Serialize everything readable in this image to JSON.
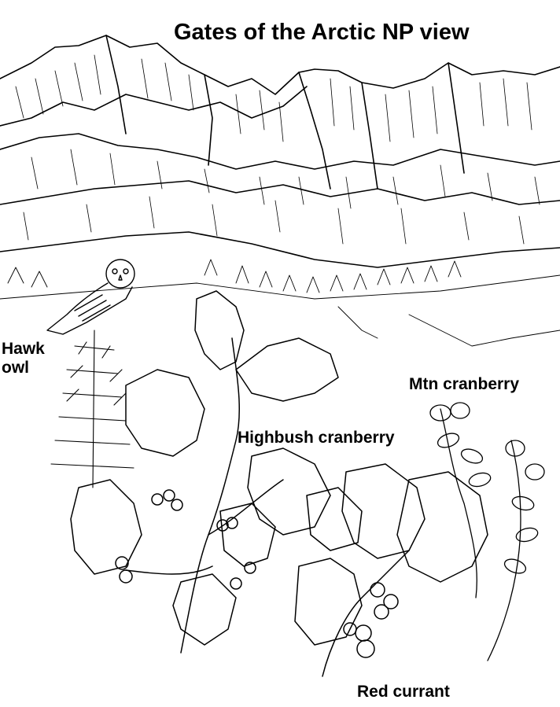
{
  "title": "Gates of the Arctic NP view",
  "labels": {
    "hawk_owl_line1": "Hawk",
    "hawk_owl_line2": "owl",
    "mtn_cranberry": "Mtn cranberry",
    "highbush_cranberry": "Highbush cranberry",
    "red_currant": "Red currant"
  },
  "colors": {
    "ink": "#000000",
    "paper": "#ffffff"
  }
}
